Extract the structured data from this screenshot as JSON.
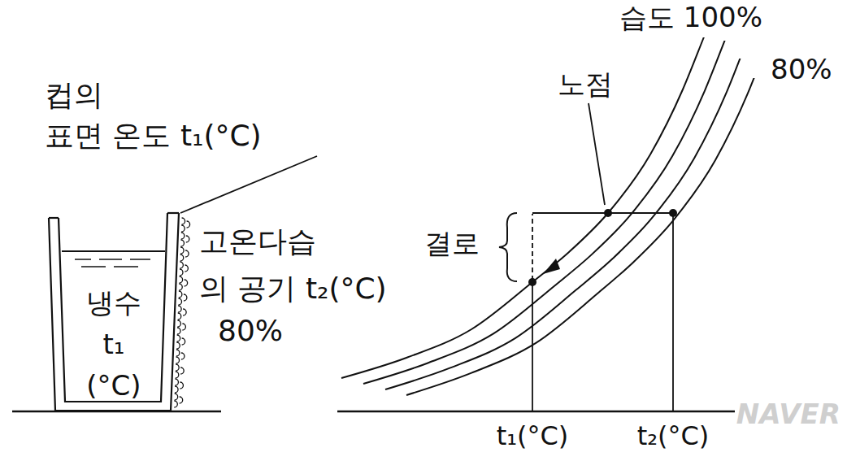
{
  "diagram": {
    "nodes": [
      {
        "text": [
          "냉수 t₁ (°C)"
        ]
      }
    ],
    "labels": [
      "컵의",
      "표면 온도 t₁(°C)",
      "고온다습",
      "의 공기 t₂(°C)",
      "80%",
      "습도 100%",
      "80%",
      "노점",
      "결로",
      "t₁(°C)",
      "t₂(°C)",
      "NAVER"
    ]
  }
}
